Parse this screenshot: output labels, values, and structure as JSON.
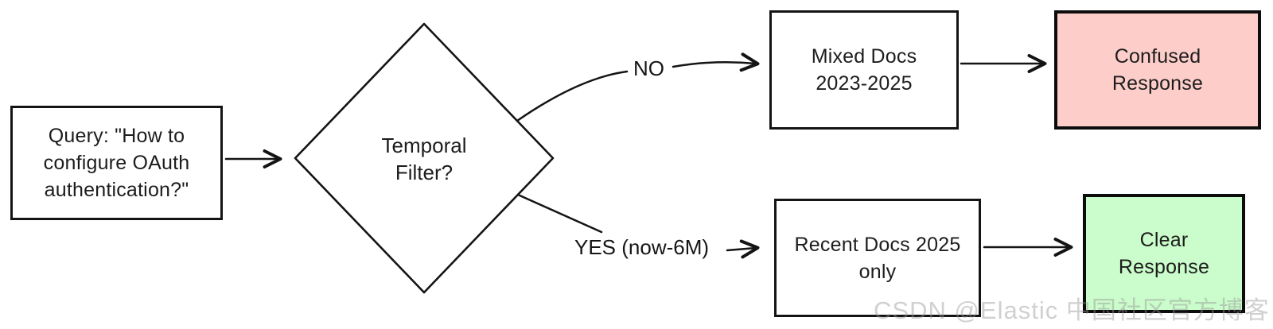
{
  "diagram": {
    "query_box": {
      "line1": "Query: \"How to",
      "line2": "configure OAuth",
      "line3": "authentication?\""
    },
    "decision_diamond": {
      "line1": "Temporal",
      "line2": "Filter?"
    },
    "branch_labels": {
      "no": "NO",
      "yes": "YES (now-6M)"
    },
    "mixed_docs_box": {
      "line1": "Mixed Docs",
      "line2": "2023-2025"
    },
    "confused_response_box": {
      "line1": "Confused",
      "line2": "Response"
    },
    "recent_docs_box": {
      "line1": "Recent Docs 2025",
      "line2": "only"
    },
    "clear_response_box": {
      "line1": "Clear",
      "line2": "Response"
    },
    "colors": {
      "confused_bg": "#fccdc9",
      "clear_bg": "#cbfccb",
      "outline": "#111111"
    },
    "watermark": "CSDN @Elastic 中国社区官方博客"
  }
}
